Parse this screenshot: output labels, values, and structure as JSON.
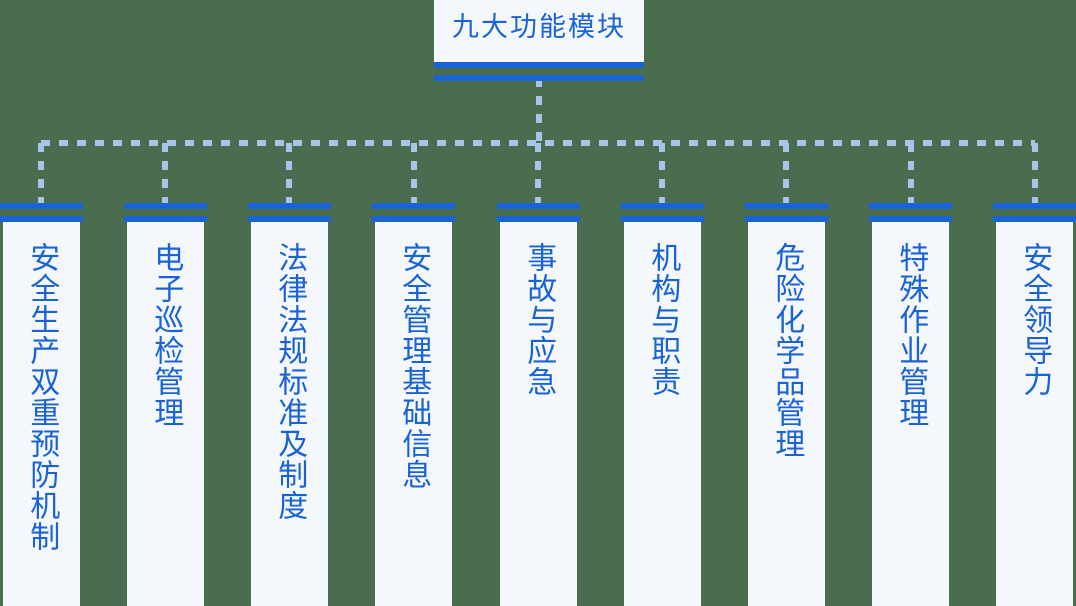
{
  "diagram": {
    "type": "org-chart",
    "title": "九大功能模块",
    "colors": {
      "background": "#4a6d4f",
      "card_fill": "#f4f8fd",
      "accent_bar": "#1a63d6",
      "text": "#1a63d6",
      "connector": "#a9c4e8"
    },
    "root": {
      "label": "九大功能模块"
    },
    "modules": [
      {
        "index": 1,
        "label": "安全生产双重预防机制"
      },
      {
        "index": 2,
        "label": "电子巡检管理"
      },
      {
        "index": 3,
        "label": "法律法规标准及制度"
      },
      {
        "index": 4,
        "label": "安全管理基础信息"
      },
      {
        "index": 5,
        "label": "事故与应急"
      },
      {
        "index": 6,
        "label": "机构与职责"
      },
      {
        "index": 7,
        "label": "危险化学品管理"
      },
      {
        "index": 8,
        "label": "特殊作业管理"
      },
      {
        "index": 9,
        "label": "安全领导力"
      }
    ]
  }
}
